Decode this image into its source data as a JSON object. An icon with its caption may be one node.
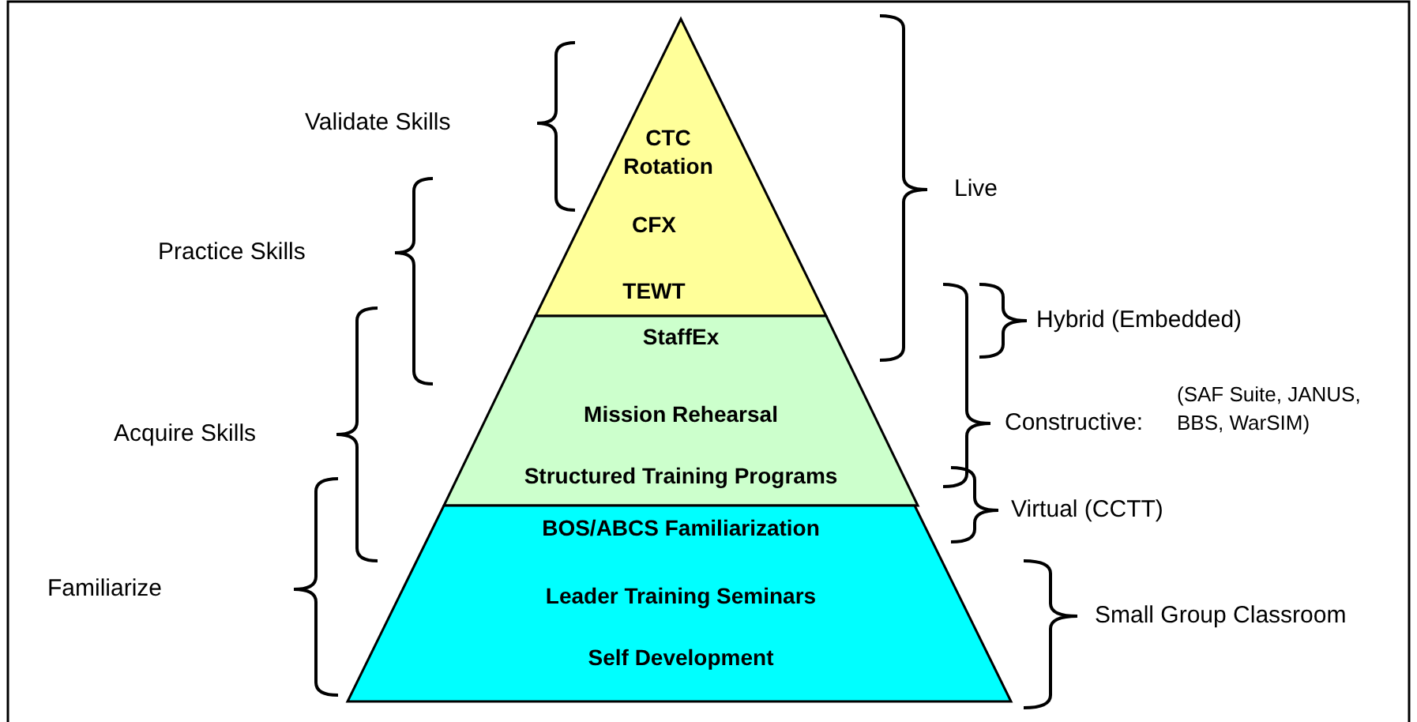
{
  "diagram": {
    "nodes": [
      {
        "text": [
          "CTC Rotation",
          "CFX",
          "TEWT"
        ]
      },
      {
        "text": [
          "StaffEx",
          "Mission Rehearsal",
          "Structured Training Programs"
        ]
      },
      {
        "text": [
          "BOS/ABCS Familiarization",
          "Leader Training Seminars",
          "Self Development"
        ]
      }
    ],
    "labels": [
      "Validate Skills",
      "Live",
      "Practice Skills",
      "Hybrid (Embedded)",
      "Acquire Skills",
      "Constructive:",
      "(SAF Suite, JANUS, BBS, WarSIM)",
      "Virtual (CCTT)",
      "Familiarize",
      "Small Group Classroom"
    ]
  }
}
